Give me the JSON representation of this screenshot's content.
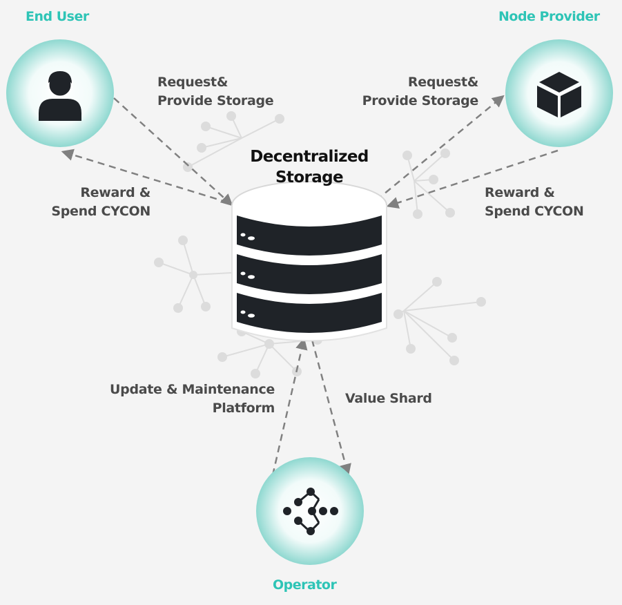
{
  "colors": {
    "accent": "#2ec4b6",
    "background": "#f4f4f4",
    "text": "#4a4a4a",
    "dark": "#1f2328",
    "arrow": "#808080",
    "network": "#dcdcdc"
  },
  "nodes": {
    "end_user": {
      "label": "End User",
      "icon": "person-icon"
    },
    "node_provider": {
      "label": "Node Provider",
      "icon": "cube-icon"
    },
    "operator": {
      "label": "Operator",
      "icon": "network-logo-icon"
    },
    "storage": {
      "title_line1": "Decentralized",
      "title_line2": "Storage",
      "icon": "database-icon"
    }
  },
  "flows": {
    "user_request_1": "Request&",
    "user_request_2": "Provide Storage",
    "user_reward_1": "Reward &",
    "user_reward_2": "Spend CYCON",
    "provider_request_1": "Request&",
    "provider_request_2": "Provide Storage",
    "provider_reward_1": "Reward &",
    "provider_reward_2": "Spend CYCON",
    "operator_update_1": "Update & Maintenance",
    "operator_update_2": "Platform",
    "operator_value": "Value Shard"
  }
}
